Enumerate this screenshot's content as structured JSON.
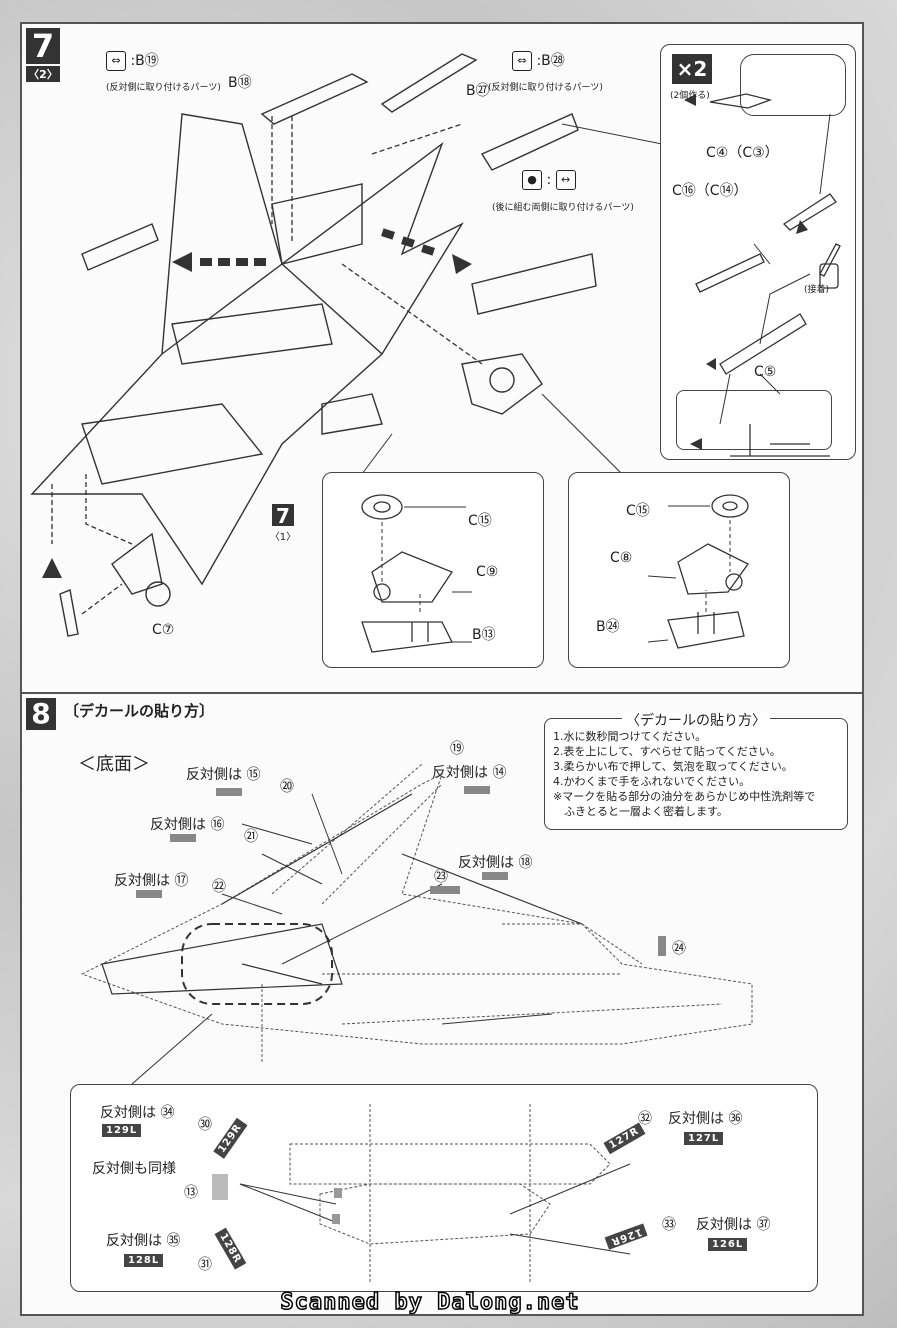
{
  "footer": "Scanned by Dalong.net",
  "step7": {
    "num": "7",
    "sub": "〈2〉",
    "sub_step": "7",
    "sub_step_sub": "〈1〉",
    "icon_a": {
      "label": ":B⑲",
      "caption": "反対側に取り付けるパーツ"
    },
    "icon_b": {
      "label": ":B㉘",
      "caption": "反対側に取り付けるパーツ"
    },
    "icon_c": {
      "label": ":",
      "caption": "後に組む両側に取り付けるパーツ"
    },
    "parts": {
      "b18": "B⑱",
      "b27": "B㉗",
      "c7": "C⑦",
      "c15_a": "C⑮",
      "c9": "C⑨",
      "b13": "B⑬",
      "c15_b": "C⑮",
      "c8": "C⑧",
      "b24": "B㉔"
    },
    "missile_box": {
      "x2": "×2",
      "x2_caption": "(2個作る)",
      "c4": "C④（C③）",
      "c16": "C⑯（C⑭）",
      "glue": "(接着)",
      "c5": "C⑤"
    }
  },
  "step8": {
    "num": "8",
    "title": "〔デカールの貼り方〕",
    "view": "＜底面＞",
    "notes": {
      "title": "〈デカールの貼り方〉",
      "items": [
        "1.水に数秒間つけてください。",
        "2.表を上にして、すべらせて貼ってください。",
        "3.柔らかい布で押して、気泡を取ってください。",
        "4.かわくまで手をふれないでください。",
        "※マークを貼る部分の油分をあらかじめ中性洗剤等で",
        "　ふきとると一層よく密着します。"
      ]
    },
    "labels": {
      "r15": "反対側は ⑮",
      "r14": "反対側は ⑭",
      "r16": "反対側は ⑯",
      "r17": "反対側は ⑰",
      "r18": "反対側は ⑱",
      "n19": "⑲",
      "n20": "⑳",
      "n21": "㉑",
      "n22": "㉒",
      "n23": "㉓",
      "n24": "㉔"
    },
    "detail": {
      "r34": "反対側は ㉞",
      "t129l": "129L",
      "n30": "㉚",
      "t129r": "129R",
      "same": "反対側も同様",
      "n13": "⑬",
      "r35": "反対側は ㉟",
      "t128l": "128L",
      "n31": "㉛",
      "t128r": "128R",
      "n32": "㉜",
      "r36": "反対側は ㊱",
      "t127r": "127R",
      "t127l": "127L",
      "n33": "㉝",
      "r37": "反対側は ㊲",
      "t126r": "126R",
      "t126l": "126L"
    }
  }
}
